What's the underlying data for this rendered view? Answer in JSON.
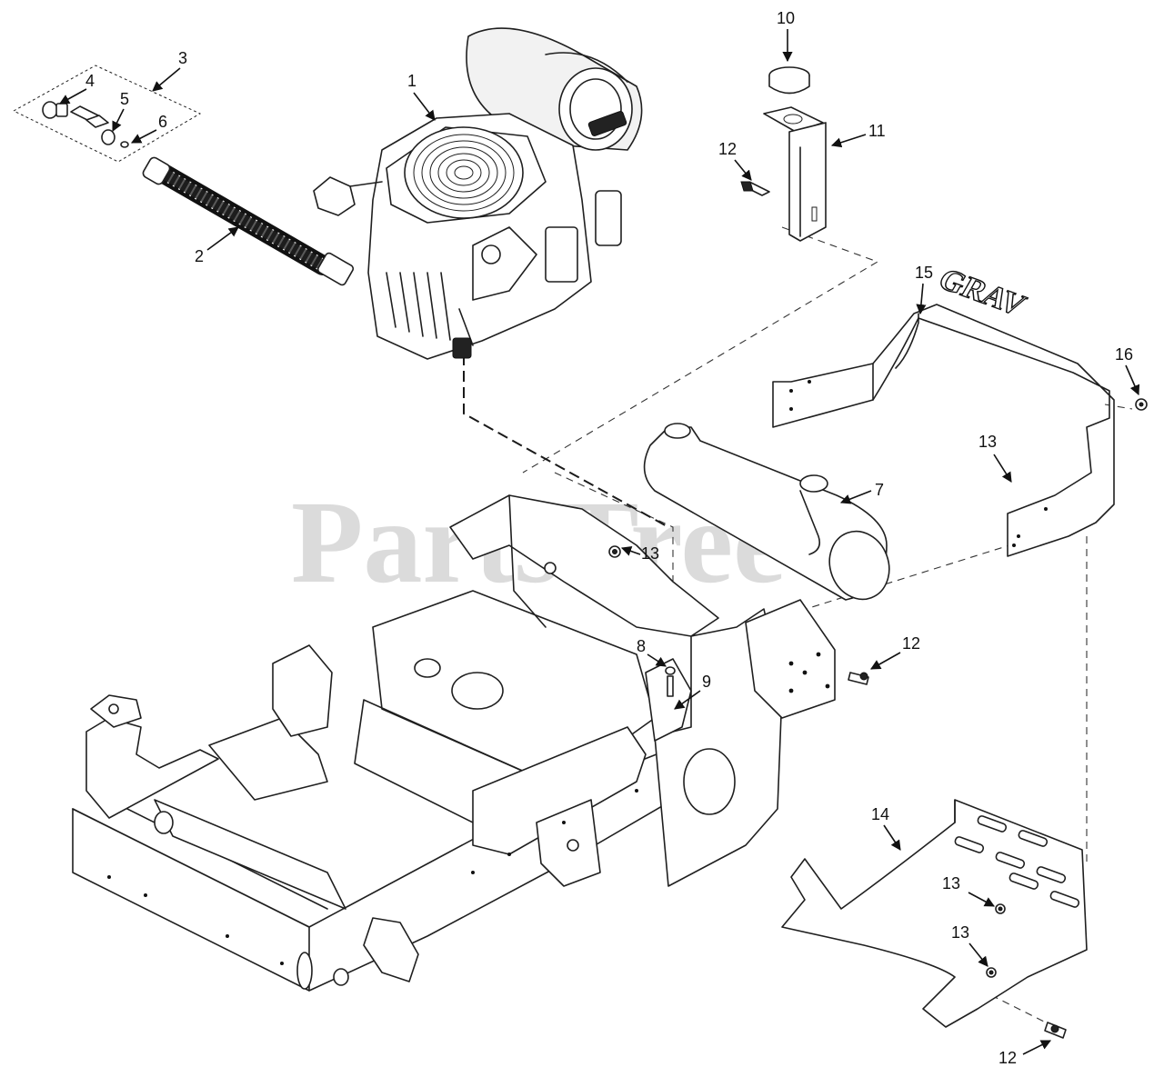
{
  "watermark": "PartsTree",
  "callouts": {
    "c1": "1",
    "c2": "2",
    "c3": "3",
    "c4": "4",
    "c5": "5",
    "c6": "6",
    "c7": "7",
    "c8": "8",
    "c9": "9",
    "c10": "10",
    "c11": "11",
    "c12a": "12",
    "c12b": "12",
    "c12c": "12",
    "c13a": "13",
    "c13b": "13",
    "c13c": "13",
    "c13d": "13",
    "c14": "14",
    "c15": "15",
    "c16": "16"
  }
}
